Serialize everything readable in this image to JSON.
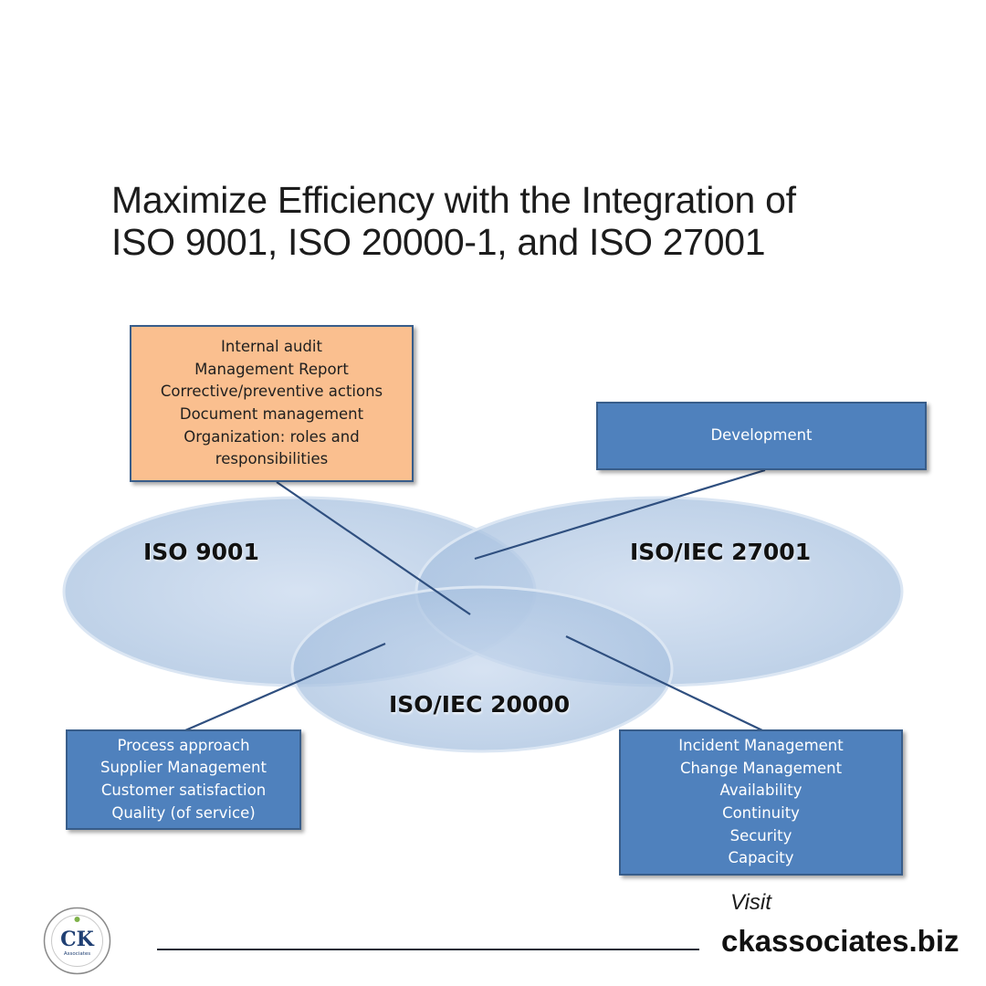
{
  "title": {
    "line1": "Maximize Efficiency with the Integration of",
    "line2": "ISO 9001, ISO 20000-1, and ISO 27001"
  },
  "diagram": {
    "ellipses": {
      "iso9001": "ISO 9001",
      "iso27001": "ISO/IEC 27001",
      "iso20000": "ISO/IEC 20000"
    },
    "boxes": {
      "common": [
        "Internal audit",
        "Management Report",
        "Corrective/preventive actions",
        "Document management",
        "Organization: roles and",
        "responsibilities"
      ],
      "development": [
        "Development"
      ],
      "left": [
        "Process approach",
        "Supplier Management",
        "Customer satisfaction",
        "Quality (of service)"
      ],
      "right": [
        "Incident Management",
        "Change Management",
        "Availability",
        "Continuity",
        "Security",
        "Capacity"
      ]
    },
    "colors": {
      "ellipse_fill": "#b8cce4",
      "blue_box": "#4f81bd",
      "orange_box": "#fabf8f",
      "connector": "#2f4f7f"
    }
  },
  "footer": {
    "visit": "Visit",
    "website": "ckassociates.biz",
    "logo_text": "CK",
    "logo_sub": "Associates"
  }
}
